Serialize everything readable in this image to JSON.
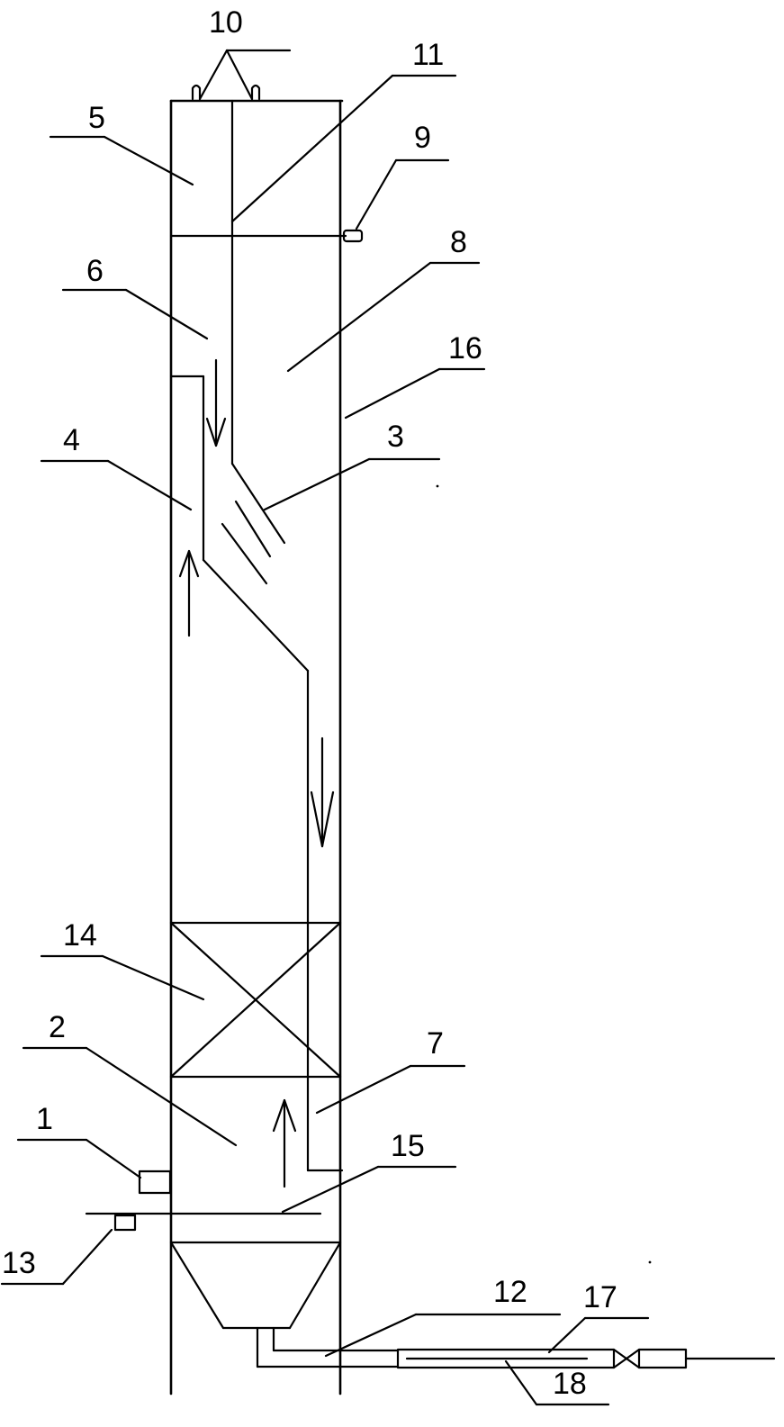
{
  "diagram": {
    "line_color": "#000000",
    "background": "#ffffff",
    "labels": {
      "l1": "1",
      "l2": "2",
      "l3": "3",
      "l4": "4",
      "l5": "5",
      "l6": "6",
      "l7": "7",
      "l8": "8",
      "l9": "9",
      "l10": "10",
      "l11": "11",
      "l12": "12",
      "l13": "13",
      "l14": "14",
      "l15": "15",
      "l16": "16",
      "l17": "17",
      "l18": "18"
    },
    "flow_arrows": [
      "down",
      "down",
      "up",
      "up"
    ]
  }
}
